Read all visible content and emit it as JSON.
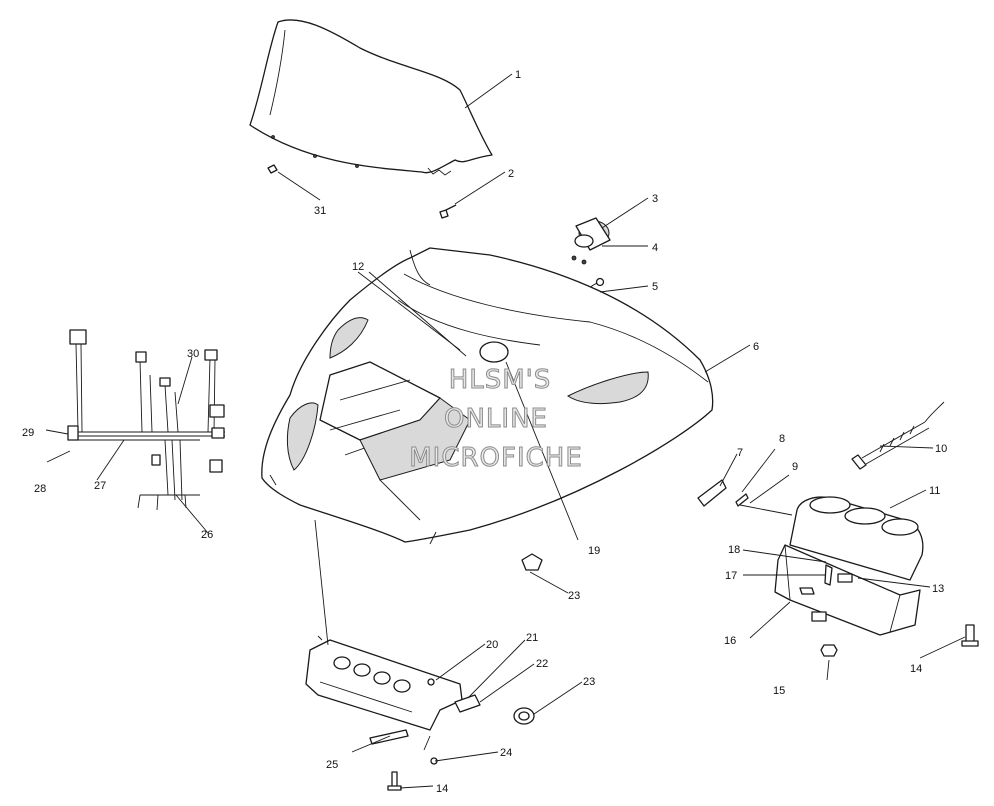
{
  "watermark": {
    "line1": "HLSM'S",
    "line2": "ONLINE",
    "line3": "MICROFICHE"
  },
  "callouts": {
    "c1": "1",
    "c2": "2",
    "c3": "3",
    "c4": "4",
    "c5": "5",
    "c6": "6",
    "c7": "7",
    "c8": "8",
    "c9": "9",
    "c10": "10",
    "c11": "11",
    "c12": "12",
    "c13": "13",
    "c14a": "14",
    "c14b": "14",
    "c15": "15",
    "c16": "16",
    "c17": "17",
    "c18": "18",
    "c19": "19",
    "c20": "20",
    "c21": "21",
    "c22": "22",
    "c23a": "23",
    "c23b": "23",
    "c24": "24",
    "c25": "25",
    "c26": "26",
    "c27": "27",
    "c28": "28",
    "c29": "29",
    "c30": "30",
    "c31": "31"
  }
}
